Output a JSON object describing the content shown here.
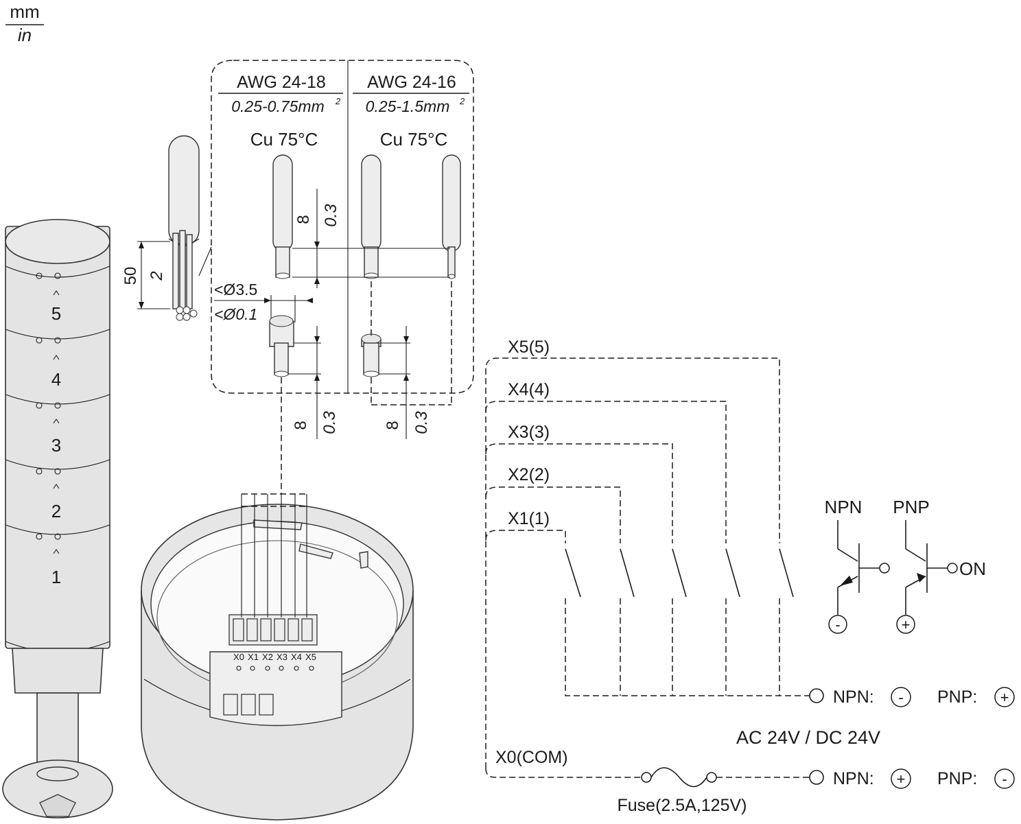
{
  "units": {
    "top": "mm",
    "bottom": "in"
  },
  "stack_tier_numbers": [
    "5",
    "4",
    "3",
    "2",
    "1"
  ],
  "wire_spec": {
    "left": {
      "awg": "AWG 24-18",
      "area": "0.25-0.75mm",
      "area_sup": "2",
      "rating": "Cu 75°C"
    },
    "right": {
      "awg": "AWG 24-16",
      "area": "0.25-1.5mm",
      "area_sup": "2",
      "rating": "Cu 75°C"
    }
  },
  "dimensions": {
    "strip_mm": "50",
    "strip_in": "2",
    "dia_mm": "<Ø3.5",
    "dia_in": "<Ø0.1",
    "len_mm": "8",
    "len_in": "0.3"
  },
  "terminal_labels": [
    "X0",
    "X1",
    "X2",
    "X3",
    "X4",
    "X5"
  ],
  "circuit": {
    "channels": [
      "X5(5)",
      "X4(4)",
      "X3(3)",
      "X2(2)",
      "X1(1)"
    ],
    "common": "X0(COM)",
    "supply": "AC 24V / DC 24V",
    "fuse": "Fuse(2.5A,125V)",
    "row1": {
      "npn_label": "NPN:",
      "npn_sign": "-",
      "pnp_label": "PNP:",
      "pnp_sign": "+"
    },
    "row2": {
      "npn_label": "NPN:",
      "npn_sign": "+",
      "pnp_label": "PNP:",
      "pnp_sign": "-"
    }
  },
  "transistors": {
    "npn": {
      "title": "NPN",
      "sign": "-"
    },
    "pnp": {
      "title": "PNP",
      "sign": "+",
      "out": "ON"
    }
  }
}
